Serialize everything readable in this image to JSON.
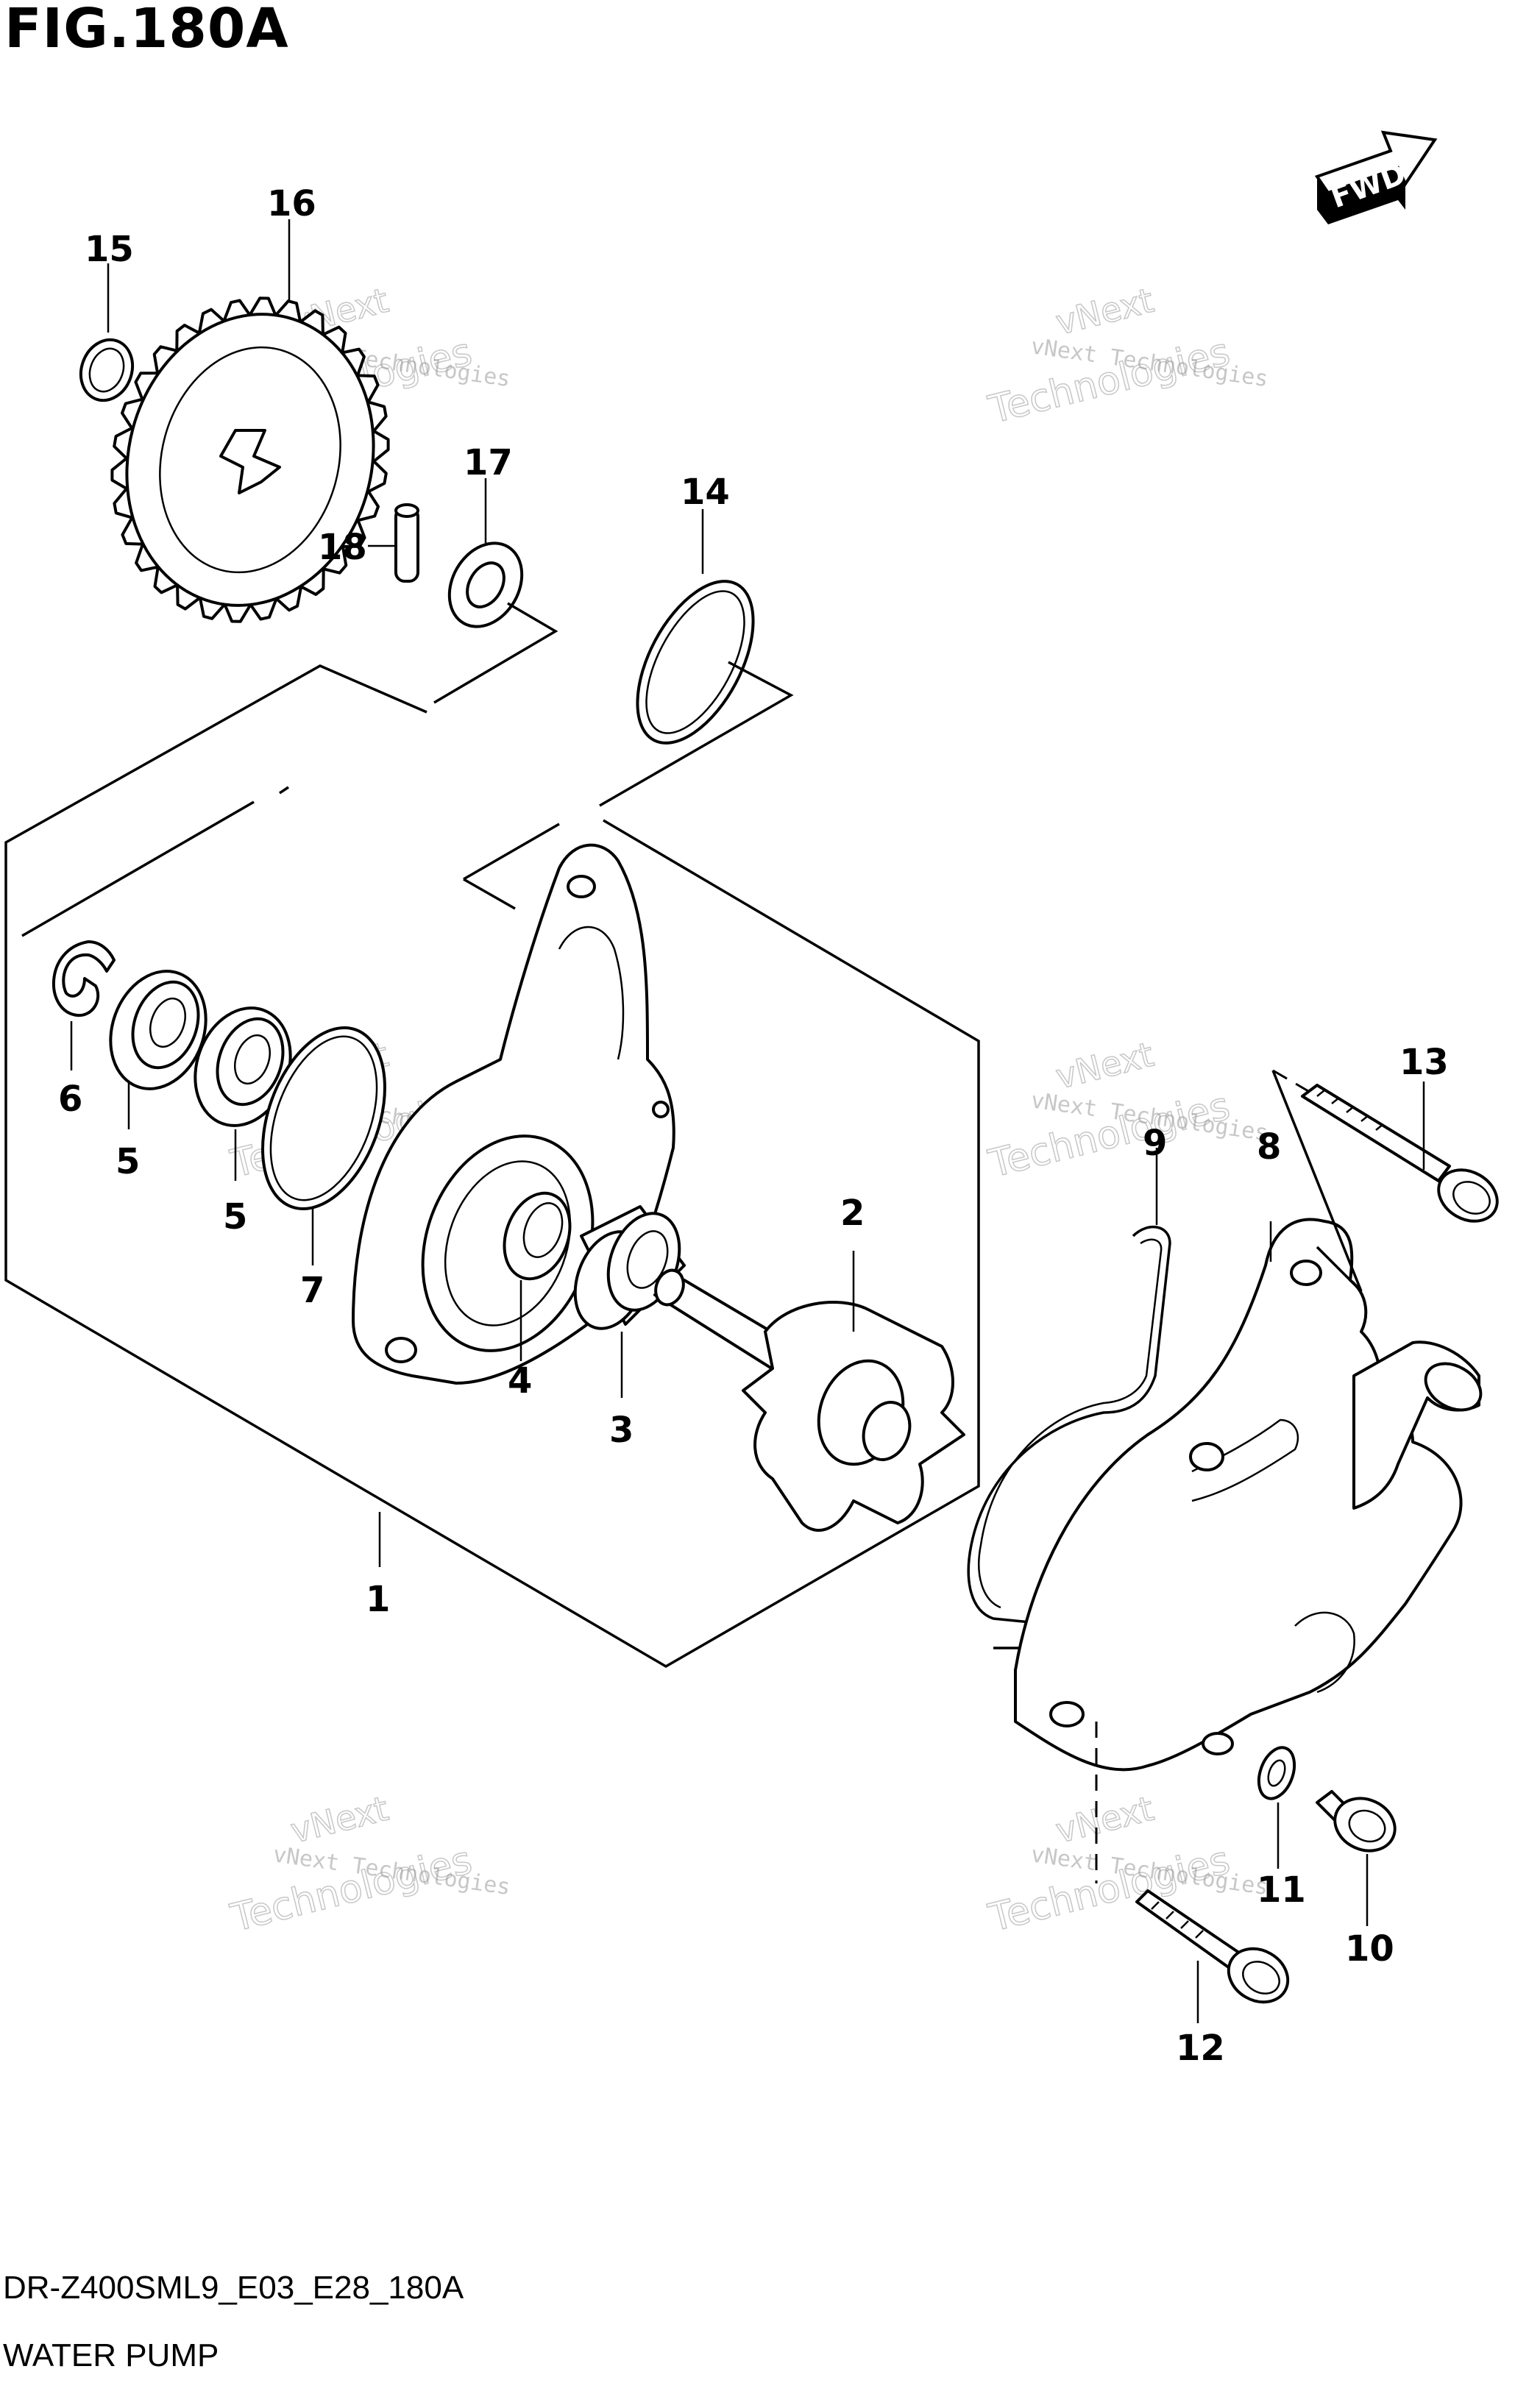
{
  "figure": {
    "title": "FIG.180A",
    "model_code": "DR-Z400SML9_E03_E28_180A",
    "section_name": "WATER PUMP",
    "direction_label": "FWD"
  },
  "watermark": {
    "line1": "vNext Technologies",
    "line2": "Technologies",
    "line0": "vNext"
  },
  "callouts": [
    {
      "number": "1"
    },
    {
      "number": "2"
    },
    {
      "number": "3"
    },
    {
      "number": "4"
    },
    {
      "number": "5"
    },
    {
      "number": "5"
    },
    {
      "number": "6"
    },
    {
      "number": "7"
    },
    {
      "number": "8"
    },
    {
      "number": "9"
    },
    {
      "number": "10"
    },
    {
      "number": "11"
    },
    {
      "number": "12"
    },
    {
      "number": "13"
    },
    {
      "number": "14"
    },
    {
      "number": "15"
    },
    {
      "number": "16"
    },
    {
      "number": "17"
    },
    {
      "number": "18"
    }
  ]
}
